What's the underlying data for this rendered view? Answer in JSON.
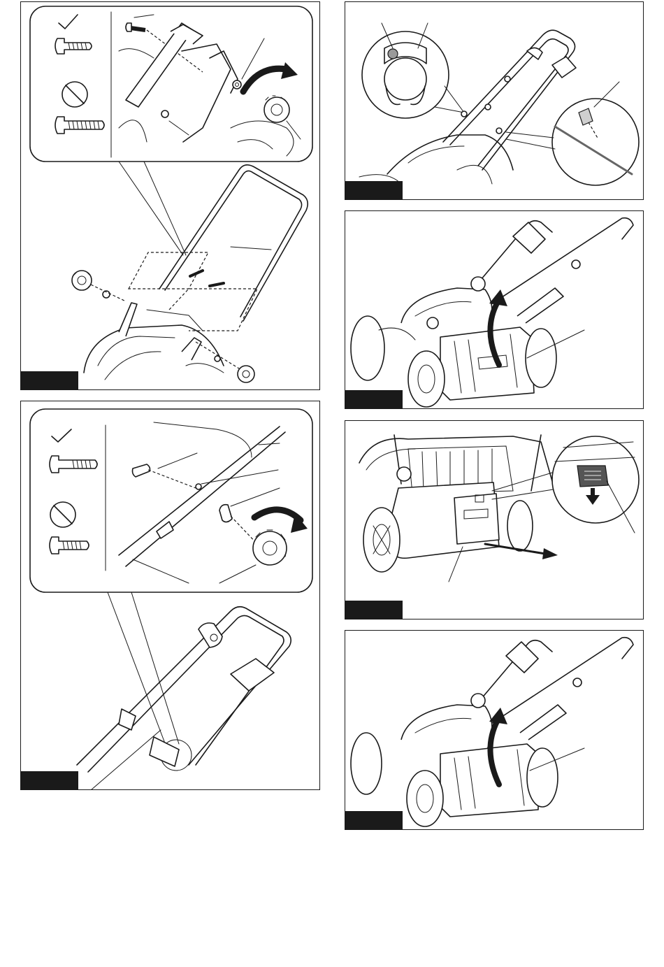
{
  "page": {
    "figures": [
      {
        "id": "fig-1",
        "caption": ""
      },
      {
        "id": "fig-2",
        "caption": ""
      },
      {
        "id": "fig-3",
        "caption": ""
      },
      {
        "id": "fig-4",
        "caption": ""
      },
      {
        "id": "fig-5",
        "caption": ""
      },
      {
        "id": "fig-6",
        "caption": ""
      }
    ],
    "icons": [
      "checkmark-icon",
      "prohibited-icon",
      "arrow-curved-icon",
      "arrow-down-icon",
      "arrow-pull-icon"
    ],
    "colors": {
      "line": "#1a1a1a",
      "tab": "#1a1a1a",
      "background": "#ffffff",
      "highlight": "#9a9a9a"
    }
  }
}
